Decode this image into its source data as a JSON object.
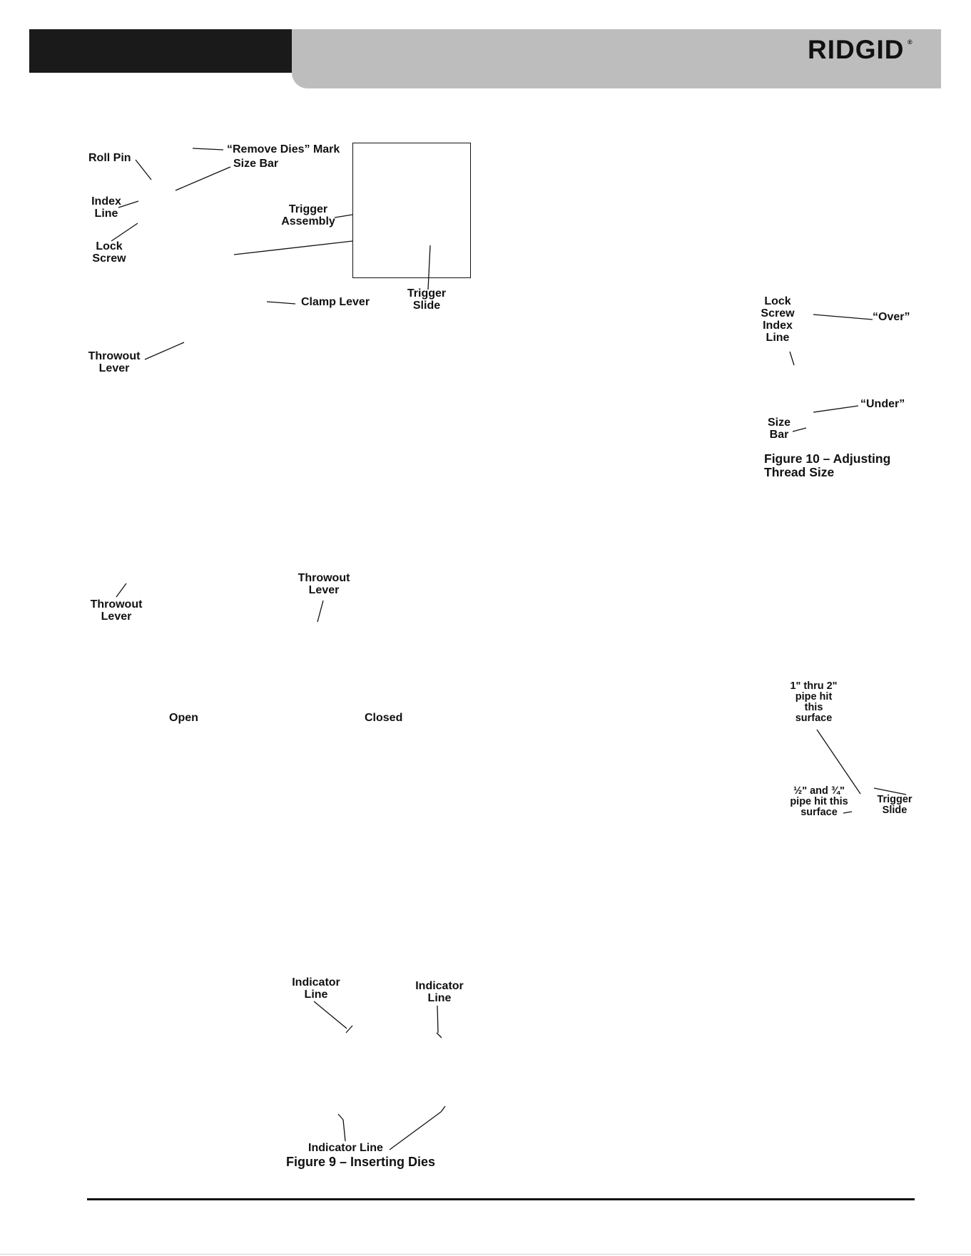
{
  "header": {
    "brand": "RIDGID",
    "registered": "®"
  },
  "figure9": {
    "labels": {
      "remove_dies_mark": "“Remove Dies” Mark",
      "roll_pin": "Roll Pin",
      "size_bar": "Size Bar",
      "index_line": "Index\nLine",
      "trigger_assembly": "Trigger\nAssembly",
      "lock_screw": "Lock\nScrew",
      "clamp_lever": "Clamp Lever",
      "trigger_slide": "Trigger\nSlide",
      "throwout_lever_top": "Throwout\nLever",
      "throwout_lever_open": "Throwout\nLever",
      "throwout_lever_closed": "Throwout\nLever",
      "open": "Open",
      "closed": "Closed",
      "indicator_line_1": "Indicator\nLine",
      "indicator_line_2": "Indicator\nLine",
      "indicator_line_3": "Indicator Line"
    },
    "caption": "Figure 9 – Inserting Dies"
  },
  "figure10": {
    "labels": {
      "lock_screw_index_line": "Lock\nScrew\nIndex\nLine",
      "over": "“Over”",
      "under": "“Under”",
      "size_bar": "Size\nBar"
    },
    "caption": "Figure 10 – Adjusting\n                Thread Size"
  },
  "figure11": {
    "labels": {
      "large_pipe": "1\" thru 2\"\npipe hit\nthis\nsurface",
      "small_pipe": "½\" and ¾\"\npipe hit this\nsurface",
      "trigger_slide": "Trigger\nSlide"
    }
  }
}
